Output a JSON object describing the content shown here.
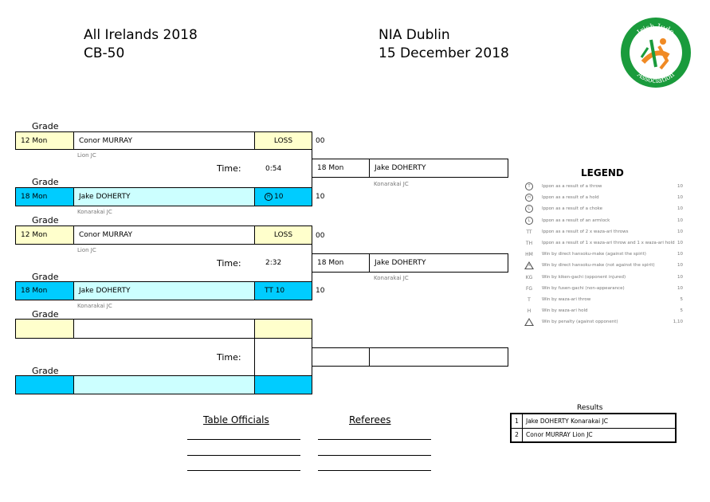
{
  "header": {
    "event": "All Irelands 2018",
    "category": "CB-50",
    "venue": "NIA Dublin",
    "date": "15 December 2018"
  },
  "logo": {
    "top_text": "Irish Judo",
    "bottom_text": "Association"
  },
  "labels": {
    "grade": "Grade",
    "time": "Time:"
  },
  "matches": [
    {
      "red": {
        "grade": "12 Mon",
        "name": "Conor MURRAY",
        "result": "LOSS",
        "score": "00",
        "club": "Lion JC"
      },
      "blue": {
        "grade": "18 Mon",
        "name": "Jake DOHERTY",
        "result": "10",
        "result_icon": "H",
        "score": "10",
        "club": "Konarakai JC"
      },
      "time": "0:54",
      "winner": {
        "grade": "18 Mon",
        "name": "Jake DOHERTY",
        "club": "Konarakai JC"
      }
    },
    {
      "red": {
        "grade": "12 Mon",
        "name": "Conor MURRAY",
        "result": "LOSS",
        "score": "00",
        "club": "Lion JC"
      },
      "blue": {
        "grade": "18 Mon",
        "name": "Jake DOHERTY",
        "result": "TT 10",
        "score": "10",
        "club": "Konarakai JC"
      },
      "time": "2:32",
      "winner": {
        "grade": "18 Mon",
        "name": "Jake DOHERTY",
        "club": "Konarakai JC"
      }
    }
  ],
  "legend": {
    "title": "LEGEND",
    "rows": [
      {
        "symbol": "T",
        "shape": "circle",
        "desc": "Ippon as a result of a throw",
        "points": "10"
      },
      {
        "symbol": "H",
        "shape": "circle",
        "desc": "Ippon as a result of a hold",
        "points": "10"
      },
      {
        "symbol": "C",
        "shape": "circle",
        "desc": "Ippon as a result of a choke",
        "points": "10"
      },
      {
        "symbol": "L",
        "shape": "circle",
        "desc": "Ippon as a result of an armlock",
        "points": "10"
      },
      {
        "symbol": "TT",
        "shape": "text",
        "desc": "Ippon as a result of 2 x waza-ari throws",
        "points": "10"
      },
      {
        "symbol": "TH",
        "shape": "text",
        "desc": "Ippon as a result of 1 x waza-ari throw and 1 x waza-ari hold",
        "points": "10"
      },
      {
        "symbol": "HM",
        "shape": "text",
        "desc": "Win by direct hansoku-make (against the spirit)",
        "points": "10"
      },
      {
        "symbol": "HM",
        "shape": "triangle",
        "desc": "Win by direct hansoku-make (not against the spirit)",
        "points": "10"
      },
      {
        "symbol": "KG",
        "shape": "text",
        "desc": "Win by kiken-gachi (opponent injured)",
        "points": "10"
      },
      {
        "symbol": "FG",
        "shape": "text",
        "desc": "Win by fusen-gachi (non-appearance)",
        "points": "10"
      },
      {
        "symbol": "T",
        "shape": "text",
        "desc": "Win by waza-ari throw",
        "points": "5"
      },
      {
        "symbol": "H",
        "shape": "text",
        "desc": "Win by waza-ari hold",
        "points": "5"
      },
      {
        "symbol": "",
        "shape": "triangle",
        "desc": "Win by penalty (against opponent)",
        "points": "1,10"
      }
    ]
  },
  "officials": {
    "table": "Table Officials",
    "referees": "Referees"
  },
  "results": {
    "title": "Results",
    "rows": [
      {
        "place": "1",
        "text": "Jake DOHERTY Konarakai JC"
      },
      {
        "place": "2",
        "text": "Conor MURRAY Lion JC"
      }
    ]
  },
  "colors": {
    "red_grade_bg": "#ffffcc",
    "blue_grade_bg": "#00ccff",
    "blue_name_bg": "#ccffff",
    "logo_green": "#1a9b3c",
    "logo_orange": "#f08a24"
  }
}
